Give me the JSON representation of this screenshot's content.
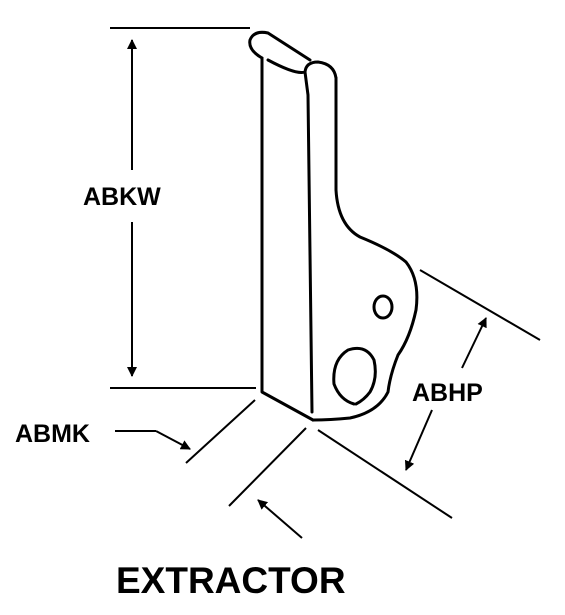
{
  "figure": {
    "title": "EXTRACTOR",
    "dimensions": [
      {
        "code": "ABKW"
      },
      {
        "code": "ABMK"
      },
      {
        "code": "ABHP"
      }
    ]
  },
  "colors": {
    "ink": "#000000",
    "background": "#ffffff"
  }
}
